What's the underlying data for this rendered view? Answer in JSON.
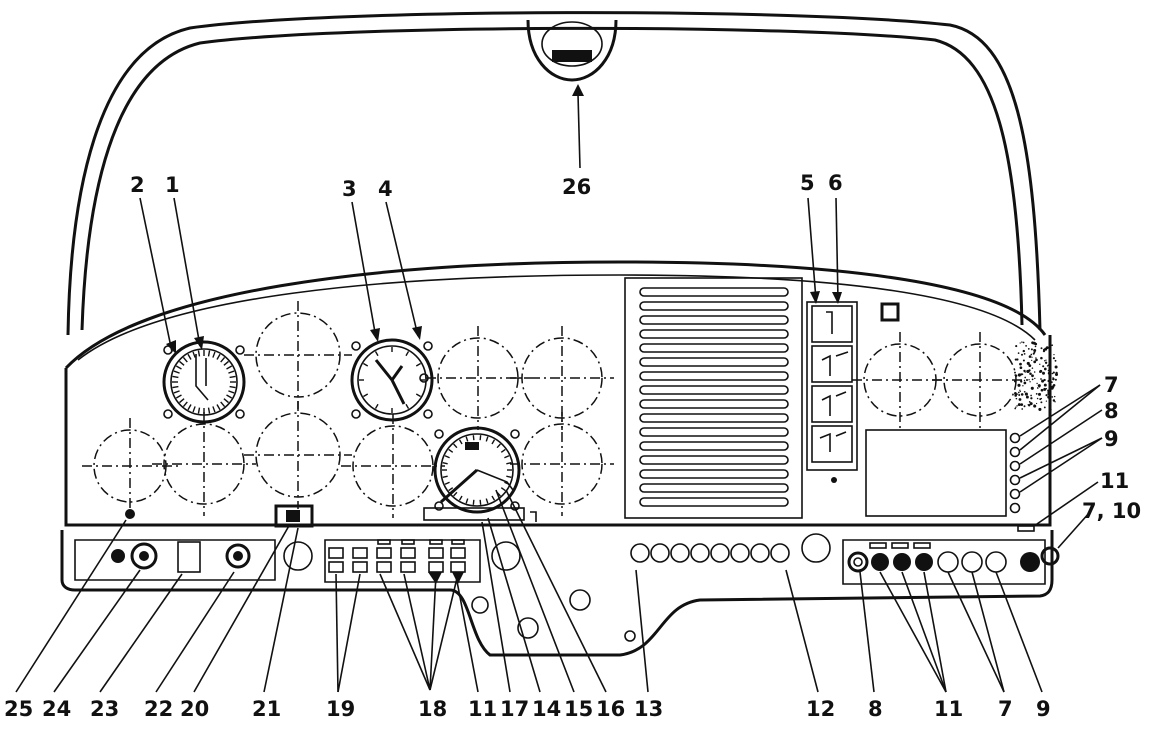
{
  "labels": {
    "l1": "1",
    "l2": "2",
    "l3": "3",
    "l4": "4",
    "l5": "5",
    "l6": "6",
    "l26": "26",
    "r7a": "7",
    "r8": "8",
    "r9": "9",
    "r11": "11",
    "r710": "7, 10",
    "b25": "25",
    "b24": "24",
    "b23": "23",
    "b22": "22",
    "b20": "20",
    "b21": "21",
    "b19": "19",
    "b18": "18",
    "b11": "11",
    "b17": "17",
    "b14": "14",
    "b15": "15",
    "b16": "16",
    "b13": "13",
    "b12": "12",
    "b8": "8",
    "b11r": "11",
    "b7": "7",
    "b9": "9"
  },
  "colors": {
    "ink": "#111111",
    "paper": "#ffffff"
  }
}
